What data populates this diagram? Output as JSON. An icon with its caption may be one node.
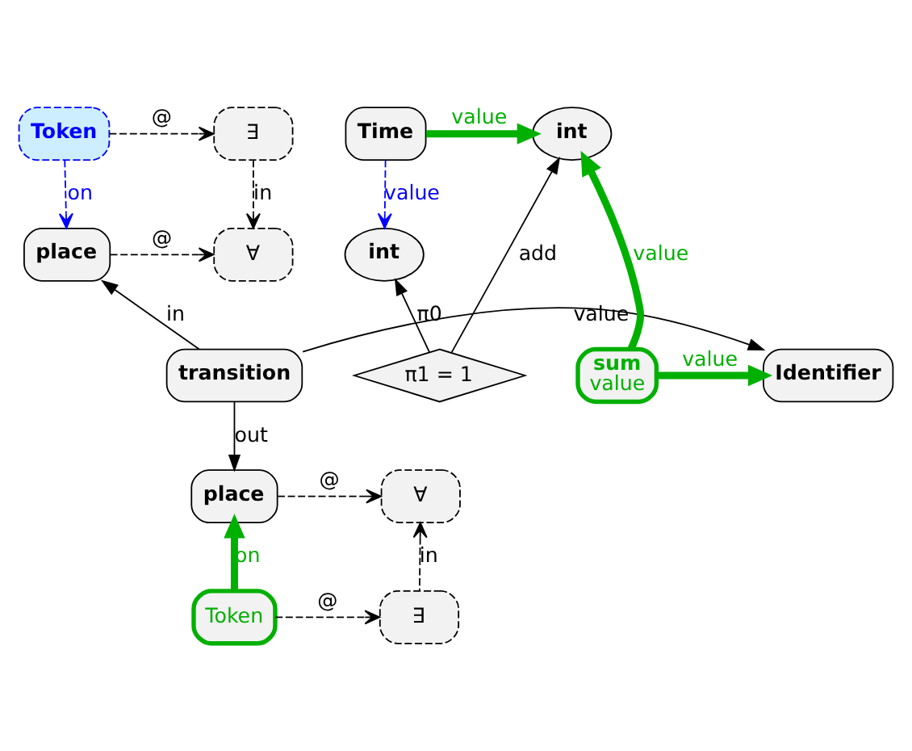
{
  "diagram": {
    "nodes": [
      {
        "text": [
          "Token"
        ]
      },
      {
        "text": [
          "∃"
        ]
      },
      {
        "text": [
          "place"
        ]
      },
      {
        "text": [
          "∀"
        ]
      },
      {
        "text": [
          "transition"
        ]
      },
      {
        "text": [
          "Identifier"
        ]
      },
      {
        "text": [
          "place"
        ]
      },
      {
        "text": [
          "∀"
        ]
      },
      {
        "text": [
          "Token"
        ]
      },
      {
        "text": [
          "∃"
        ]
      },
      {
        "text": [
          "Time"
        ]
      },
      {
        "text": [
          "int"
        ]
      },
      {
        "text": [
          "int"
        ]
      },
      {
        "text": [
          "π1 = 1"
        ]
      },
      {
        "text": [
          "sum",
          "value"
        ]
      }
    ],
    "edges": [
      {
        "from": 0,
        "to": 1,
        "arrow": "to",
        "label": "@",
        "style": "dashed"
      },
      {
        "from": 0,
        "to": 2,
        "arrow": "to",
        "label": "on",
        "style": "dashed",
        "color": "#0000ff"
      },
      {
        "from": 1,
        "to": 3,
        "arrow": "to",
        "label": "in",
        "style": "dashed"
      },
      {
        "from": 2,
        "to": 3,
        "arrow": "to",
        "label": "@",
        "style": "dashed"
      },
      {
        "from": 4,
        "to": 2,
        "arrow": "to",
        "label": "in"
      },
      {
        "from": 4,
        "to": 5,
        "arrow": "to",
        "label": "value"
      },
      {
        "from": 4,
        "to": 6,
        "arrow": "to",
        "label": "out"
      },
      {
        "from": 6,
        "to": 7,
        "arrow": "to",
        "label": "@",
        "style": "dashed"
      },
      {
        "from": 8,
        "to": 6,
        "arrow": "to",
        "label": "on",
        "style": "thick",
        "color": "#00b000"
      },
      {
        "from": 8,
        "to": 9,
        "arrow": "to",
        "label": "@",
        "style": "dashed"
      },
      {
        "from": 9,
        "to": 7,
        "arrow": "to",
        "label": "in",
        "style": "dashed"
      },
      {
        "from": 10,
        "to": 11,
        "arrow": "to",
        "label": "value",
        "style": "thick",
        "color": "#00b000"
      },
      {
        "from": 10,
        "to": 12,
        "arrow": "to",
        "label": "value",
        "style": "dashed",
        "color": "#0000ff"
      },
      {
        "from": 14,
        "to": 11,
        "arrow": "to",
        "label": "value",
        "style": "thick",
        "color": "#00b000"
      },
      {
        "from": 14,
        "to": 5,
        "arrow": "to",
        "label": "value",
        "style": "thick",
        "color": "#00b000"
      },
      {
        "from": 13,
        "to": 11,
        "arrow": "to",
        "label": "add"
      },
      {
        "from": 13,
        "to": 12,
        "arrow": "to",
        "label": "π0"
      }
    ]
  }
}
